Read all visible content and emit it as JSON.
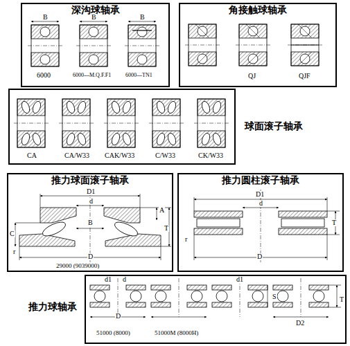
{
  "diagram": {
    "nodes": [
      {
        "text": [
          "深沟球轴承"
        ]
      },
      {
        "text": [
          "角接触球轴承"
        ]
      },
      {
        "text": [
          "球面滚子轴承"
        ]
      },
      {
        "text": [
          "推力球面滚子轴承"
        ]
      },
      {
        "text": [
          "推力圆柱滚子轴承"
        ]
      },
      {
        "text": [
          "推力球轴承"
        ]
      }
    ],
    "labels": [
      "B",
      "B",
      "B",
      "6000",
      "6000—M.Q.F.F1",
      "6000—TN1",
      "QJ",
      "QJF",
      "CA",
      "CA/W33",
      "CAK/W33",
      "C/W33",
      "CK/W33",
      "D1",
      "d",
      "A",
      "B",
      "T",
      "C",
      "r",
      "D",
      "29000 (9039000)",
      "D1",
      "d",
      "T",
      "r",
      "D",
      "d1",
      "d",
      "D",
      "51000 (8000)",
      "51000M (8000H)",
      "d1",
      "S",
      "T",
      "D2"
    ]
  }
}
